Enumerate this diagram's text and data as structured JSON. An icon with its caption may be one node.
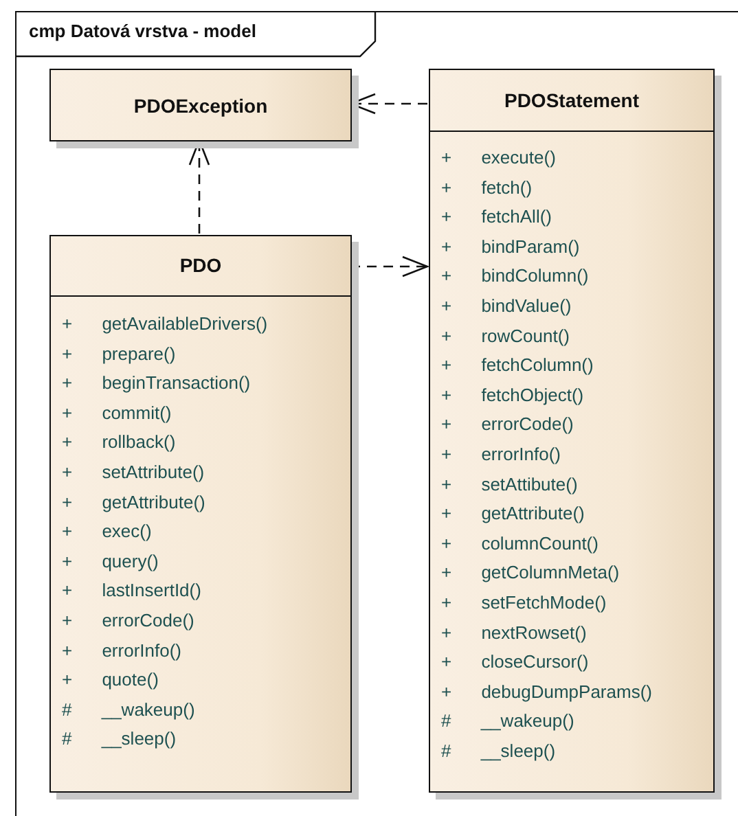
{
  "diagram": {
    "nodes": [
      {
        "text": [
          "cmp Datová vrstva - model"
        ]
      },
      {
        "text": [
          "PDOException"
        ],
        "in": 0
      },
      {
        "text": [
          "PDOStatement",
          "+ execute()",
          "+ fetch()",
          "+ fetchAll()",
          "+ bindParam()",
          "+ bindColumn()",
          "+ bindValue()",
          "+ rowCount()",
          "+ fetchColumn()",
          "+ fetchObject()",
          "+ errorCode()",
          "+ errorInfo()",
          "+ setAttibute()",
          "+ getAttribute()",
          "+ columnCount()",
          "+ getColumnMeta()",
          "+ setFetchMode()",
          "+ nextRowset()",
          "+ closeCursor()",
          "+ debugDumpParams()",
          "# __wakeup()",
          "# __sleep()"
        ],
        "in": 0
      },
      {
        "text": [
          "PDO",
          "+ getAvailableDrivers()",
          "+ prepare()",
          "+ beginTransaction()",
          "+ commit()",
          "+ rollback()",
          "+ setAttribute()",
          "+ getAttribute()",
          "+ exec()",
          "+ query()",
          "+ lastInsertId()",
          "+ errorCode()",
          "+ errorInfo()",
          "+ quote()",
          "# __wakeup()",
          "# __sleep()"
        ],
        "in": 0
      }
    ],
    "edges": [
      {
        "from": 3,
        "to": 1,
        "arrow": "to",
        "style": "dashed"
      },
      {
        "from": 2,
        "to": 1,
        "arrow": "to",
        "style": "dashed"
      },
      {
        "from": 3,
        "to": 2,
        "arrow": "to",
        "style": "dashed"
      }
    ]
  }
}
